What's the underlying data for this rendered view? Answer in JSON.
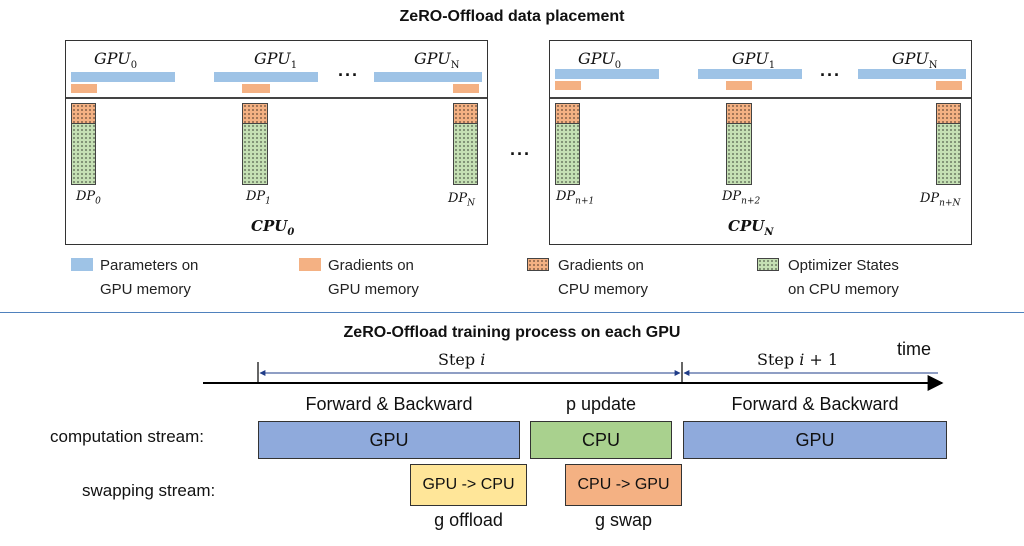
{
  "top_title": "ZeRO-Offload data placement",
  "ellipsis": "···",
  "gap_ellipsis": "···",
  "left_panel": {
    "gpus": [
      {
        "name": "GPU",
        "sub": "0"
      },
      {
        "name": "GPU",
        "sub": "1"
      },
      {
        "name": "GPU",
        "sub": "N"
      }
    ],
    "dps": [
      {
        "name": "DP",
        "sub": "0"
      },
      {
        "name": "DP",
        "sub": "1"
      },
      {
        "name": "DP",
        "sub": "N"
      }
    ],
    "cpu": {
      "name": "CPU",
      "sub": "0"
    }
  },
  "right_panel": {
    "gpus": [
      {
        "name": "GPU",
        "sub": "0"
      },
      {
        "name": "GPU",
        "sub": "1"
      },
      {
        "name": "GPU",
        "sub": "N"
      }
    ],
    "dps": [
      {
        "name": "DP",
        "sub": "n+1"
      },
      {
        "name": "DP",
        "sub": "n+2"
      },
      {
        "name": "DP",
        "sub": "n+N"
      }
    ],
    "cpu": {
      "name": "CPU",
      "sub": "N"
    }
  },
  "legend": [
    {
      "line1": "Parameters on",
      "line2": "GPU memory",
      "color": "#9ec3e6"
    },
    {
      "line1": "Gradients on",
      "line2": "GPU memory",
      "color": "#f4b183"
    },
    {
      "line1": "Gradients on",
      "line2": "CPU memory",
      "color": "#f4b183"
    },
    {
      "line1": "Optimizer States",
      "line2": "on CPU memory",
      "color": "#c5e0b4"
    }
  ],
  "bottom_title": "ZeRO-Offload training process on each GPU",
  "timeline": {
    "step1_prefix": "Step ",
    "step1_var": "i",
    "step1_suffix": "",
    "step2_prefix": "Step ",
    "step2_var": "i",
    "step2_suffix": " + 1",
    "time": "time"
  },
  "phases": {
    "fb1": "Forward & Backward",
    "pupdate": "p update",
    "fb2": "Forward & Backward"
  },
  "streams": {
    "computation": "computation stream:",
    "swapping": "swapping stream:"
  },
  "blocks": {
    "gpu1": {
      "label": "GPU",
      "color": "#8faadc"
    },
    "cpu": {
      "label": "CPU",
      "color": "#a9d18e"
    },
    "gpu2": {
      "label": "GPU",
      "color": "#8faadc"
    },
    "offload": {
      "label": "GPU -> CPU",
      "color": "#ffe699"
    },
    "swap": {
      "label": "CPU -> GPU",
      "color": "#f4b183"
    }
  },
  "block_captions": {
    "offload": "g offload",
    "swap": "g swap"
  }
}
